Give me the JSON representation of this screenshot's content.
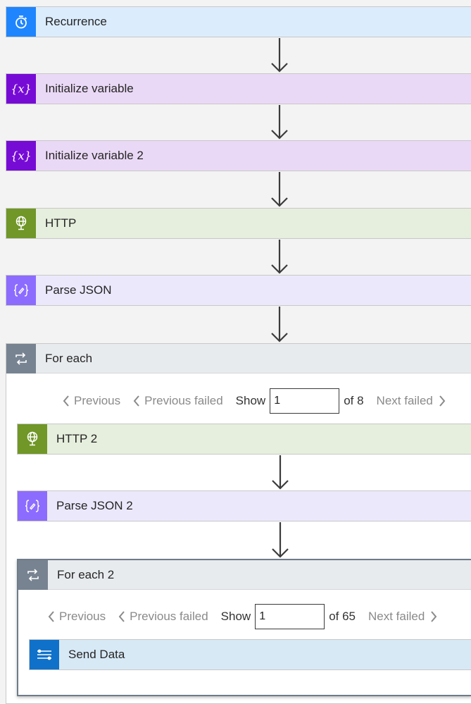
{
  "steps": {
    "recurrence": {
      "label": "Recurrence",
      "icon": "alarm-clock-icon",
      "icon_bg": "#1f85ff",
      "bg": "#dbecfd"
    },
    "init_var": {
      "label": "Initialize variable",
      "icon": "variable-icon",
      "icon_bg": "#770bd6",
      "bg": "#ead9f6"
    },
    "init_var2": {
      "label": "Initialize variable 2",
      "icon": "variable-icon",
      "icon_bg": "#770bd6",
      "bg": "#ead9f6"
    },
    "http": {
      "label": "HTTP",
      "icon": "globe-icon",
      "icon_bg": "#709727",
      "bg": "#e6efdd"
    },
    "parse_json": {
      "label": "Parse JSON",
      "icon": "data-operation-icon",
      "icon_bg": "#8c6cff",
      "bg": "#ece8fc"
    }
  },
  "for_each": {
    "label": "For each",
    "icon": "loop-icon",
    "pager": {
      "previous": "Previous",
      "previous_failed": "Previous failed",
      "show": "Show",
      "value": "1",
      "of": "of 8",
      "next_failed": "Next failed"
    },
    "steps": {
      "http2": {
        "label": "HTTP 2",
        "icon": "globe-icon",
        "icon_bg": "#709727",
        "bg": "#e6efdd"
      },
      "parse_json2": {
        "label": "Parse JSON 2",
        "icon": "data-operation-icon",
        "icon_bg": "#8c6cff",
        "bg": "#ece8fc"
      }
    },
    "for_each2": {
      "label": "For each 2",
      "icon": "loop-icon",
      "pager": {
        "previous": "Previous",
        "previous_failed": "Previous failed",
        "show": "Show",
        "value": "1",
        "of": "of 65",
        "next_failed": "Next failed"
      },
      "steps": {
        "send_data": {
          "label": "Send Data",
          "icon": "connector-icon",
          "icon_bg": "#0f71c9",
          "bg": "#d8e9f6"
        }
      }
    }
  }
}
